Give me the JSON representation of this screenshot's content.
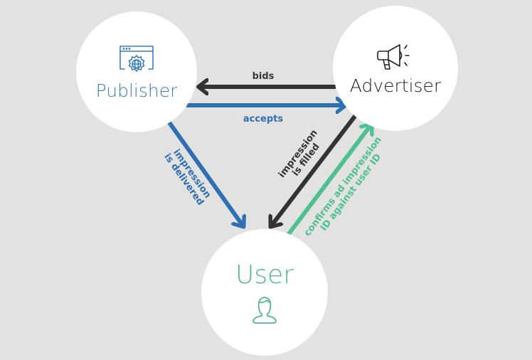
{
  "diagram": {
    "nodes": {
      "publisher": {
        "label": "Publisher",
        "icon": "browser-gear-globe-icon",
        "color": "#3b7cb8"
      },
      "advertiser": {
        "label": "Advertiser",
        "icon": "megaphone-icon",
        "color": "#222222"
      },
      "user": {
        "label": "User",
        "icon": "person-icon",
        "color": "#54b594"
      }
    },
    "edges": [
      {
        "id": "bids",
        "from": "Advertiser",
        "to": "Publisher",
        "label": "bids",
        "color": "#333333"
      },
      {
        "id": "accepts",
        "from": "Publisher",
        "to": "Advertiser",
        "label": "accepts",
        "color": "#2f6fb3"
      },
      {
        "id": "delivered",
        "from": "Publisher",
        "to": "User",
        "label_line1": "impression",
        "label_line2": "is delivered",
        "color": "#2f6fb3"
      },
      {
        "id": "filled",
        "from": "Advertiser",
        "to": "User",
        "label_line1": "impression",
        "label_line2": "is filled",
        "color": "#333333"
      },
      {
        "id": "confirms",
        "from": "User",
        "to": "Advertiser",
        "label_line1": "confirms ad impression",
        "label_line2": "ID against user ID",
        "color": "#4fc08f"
      }
    ]
  }
}
